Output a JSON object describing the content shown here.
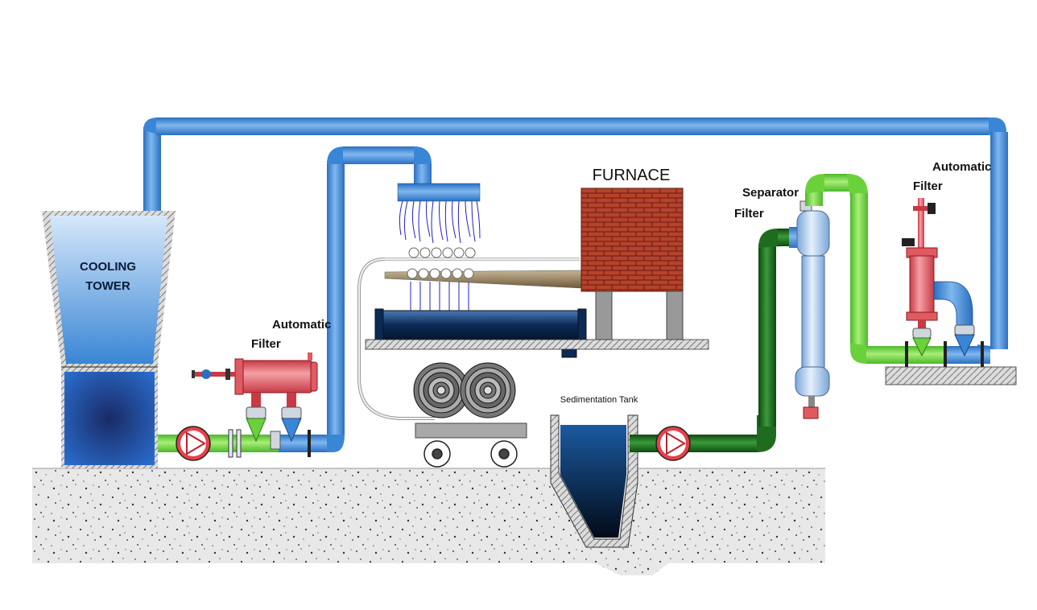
{
  "labels": {
    "cooling_tower_line1": "COOLING",
    "cooling_tower_line2": "TOWER",
    "auto_filter_left_line1": "Automatic",
    "auto_filter_left_line2": "Filter",
    "furnace": "FURNACE",
    "sedimentation_tank": "Sedimentation Tank",
    "separator_filter_line1": "Separator",
    "separator_filter_line2": "Filter",
    "auto_filter_right_line1": "Automatic",
    "auto_filter_right_line2": "Filter"
  },
  "colors": {
    "blue_pipe": "#3a86d6",
    "green_pipe": "#6ad13a",
    "dark_green_pipe": "#1f6b1f",
    "filter_red": "#e0525a",
    "brick": "#b5432c",
    "tank_dark": "#0b2a55",
    "tower_blue": "#5aa0e0"
  }
}
